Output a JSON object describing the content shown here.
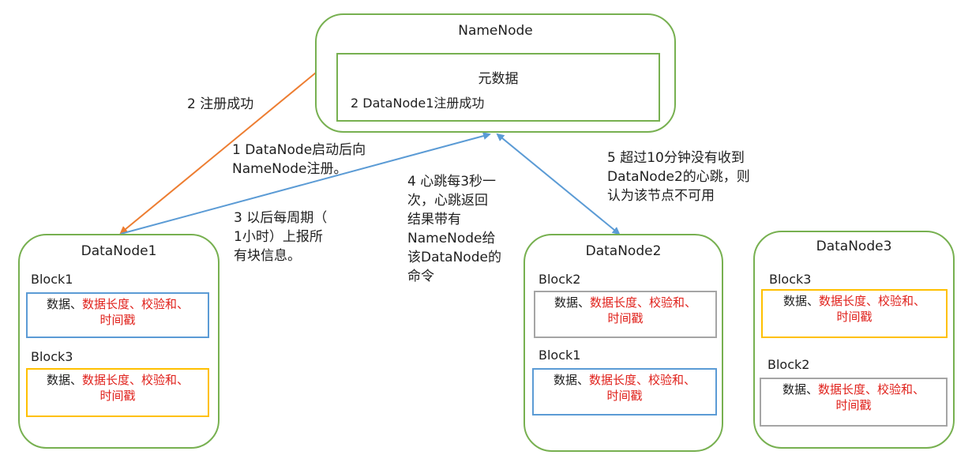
{
  "namenode": {
    "title": "NameNode",
    "metadata_title": "元数据",
    "metadata_entry": "2 DataNode1注册成功"
  },
  "block_content": {
    "black_part": "数据、",
    "red_part": "数据长度、校验和、",
    "red_line2": "时间戳"
  },
  "datanodes": [
    {
      "title": "DataNode1",
      "blocks": [
        "Block1",
        "Block3"
      ]
    },
    {
      "title": "DataNode2",
      "blocks": [
        "Block2",
        "Block1"
      ]
    },
    {
      "title": "DataNode3",
      "blocks": [
        "Block3",
        "Block2"
      ]
    }
  ],
  "annotations": {
    "register_success": "2 注册成功",
    "startup_line1": "1 DataNode启动后向",
    "startup_line2": "NameNode注册。",
    "report_line1": "3 以后每周期（",
    "report_line2": "1小时）上报所",
    "report_line3": "有块信息。",
    "heartbeat_line1": "4 心跳每3秒一",
    "heartbeat_line2": "次，心跳返回",
    "heartbeat_line3": "结果带有",
    "heartbeat_line4": "NameNode给",
    "heartbeat_line5": "该DataNode的",
    "heartbeat_line6": "命令",
    "timeout_line1": "5 超过10分钟没有收到",
    "timeout_line2": "DataNode2的心跳，则",
    "timeout_line3": "认为该节点不可用"
  },
  "colors": {
    "node_border": "#77b050",
    "orange_arrow": "#ed7d31",
    "blue_arrow": "#5b9bd5",
    "red_text": "#e0221c",
    "block_blue": "#5b9bd5",
    "block_yellow": "#ffc000",
    "block_gray": "#a5a5a5"
  }
}
